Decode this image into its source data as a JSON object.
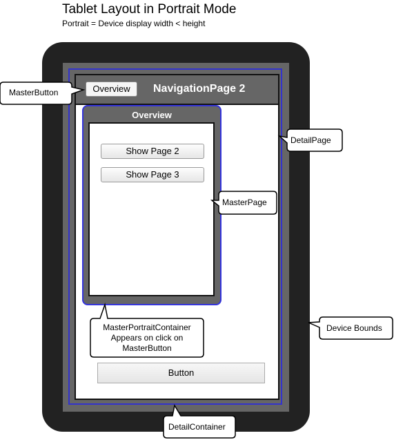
{
  "title": "Tablet Layout in Portrait Mode",
  "subtitle": "Portrait = Device display width < height",
  "navigation_bar": {
    "master_button_label": "Overview",
    "title": "NavigationPage 2"
  },
  "master": {
    "title": "Overview",
    "buttons": [
      "Show Page 2",
      "Show Page 3"
    ]
  },
  "detail": {
    "button_label": "Button"
  },
  "callouts": {
    "master_button": "MasterButton",
    "detail_page": "DetailPage",
    "master_page": "MasterPage",
    "device_bounds": "Device Bounds",
    "detail_container": "DetailContainer",
    "master_portrait_container": {
      "line1": "MasterPortraitContainer",
      "line2": "Appears on click on",
      "line3": "MasterButton"
    }
  },
  "colors": {
    "device": "#222222",
    "chrome": "#666666",
    "accent_outline": "#3333cc"
  }
}
